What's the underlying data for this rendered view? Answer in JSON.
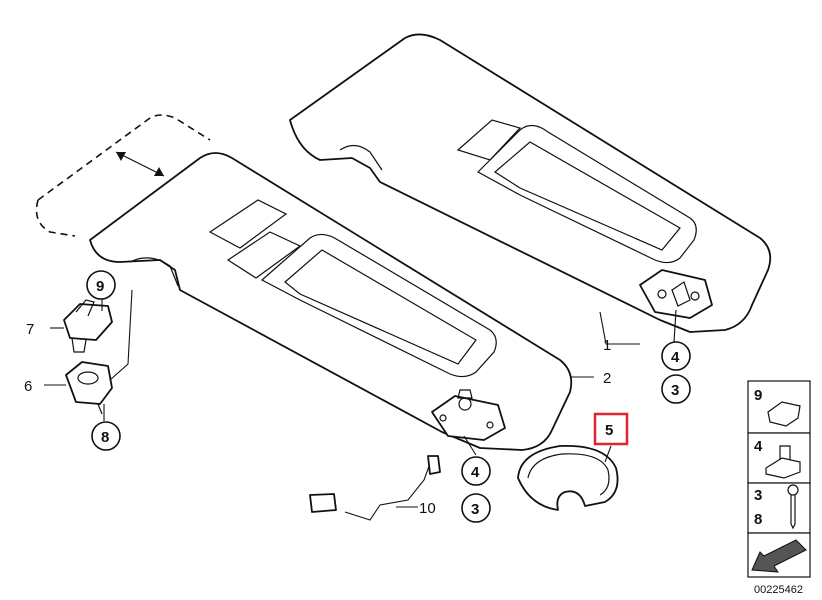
{
  "callouts": {
    "c1": "1",
    "c2": "2",
    "c3a": "3",
    "c3b": "3",
    "c4a": "4",
    "c4b": "4",
    "c5": "5",
    "c6": "6",
    "c7": "7",
    "c8": "8",
    "c9": "9",
    "c10": "10"
  },
  "legend": {
    "row1": "9",
    "row2": "4",
    "row3a": "3",
    "row3b": "8"
  },
  "reference_number": "00225462",
  "colors": {
    "highlight": "#e0242b",
    "line": "#111111"
  },
  "icons": [
    "sun-visor",
    "mirror",
    "clip",
    "screw",
    "cable",
    "arrow"
  ]
}
